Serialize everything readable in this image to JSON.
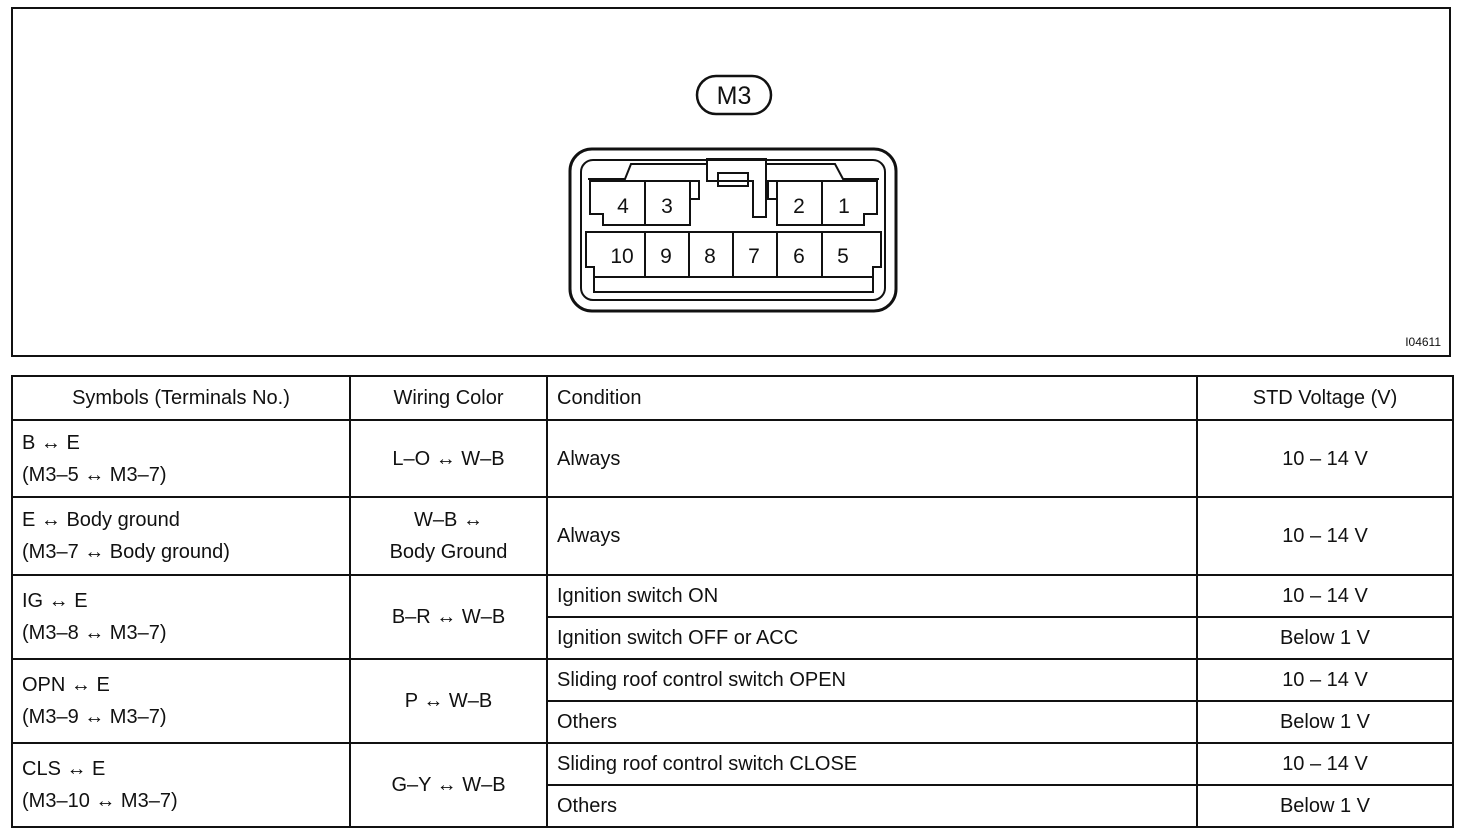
{
  "connector": {
    "label": "M3",
    "top_row": [
      "4",
      "3",
      "2",
      "1"
    ],
    "bottom_row": [
      "10",
      "9",
      "8",
      "7",
      "6",
      "5"
    ],
    "figure_id": "I04611"
  },
  "table": {
    "headers": [
      "Symbols (Terminals No.)",
      "Wiring Color",
      "Condition",
      "STD Voltage (V)"
    ],
    "groups": [
      {
        "symbol": "B ↔ E",
        "terminals": "(M3–5 ↔ M3–7)",
        "wiring": [
          "L–O ↔ W–B"
        ],
        "rows": [
          {
            "condition": "Always",
            "voltage": "10 – 14 V"
          }
        ]
      },
      {
        "symbol": "E ↔ Body ground",
        "terminals": "(M3–7 ↔ Body ground)",
        "wiring": [
          "W–B ↔",
          "Body Ground"
        ],
        "rows": [
          {
            "condition": "Always",
            "voltage": "10 – 14 V"
          }
        ]
      },
      {
        "symbol": "IG ↔ E",
        "terminals": "(M3–8 ↔ M3–7)",
        "wiring": [
          "B–R ↔ W–B"
        ],
        "rows": [
          {
            "condition": "Ignition switch ON",
            "voltage": "10 – 14 V"
          },
          {
            "condition": "Ignition switch OFF or ACC",
            "voltage": "Below 1 V"
          }
        ]
      },
      {
        "symbol": "OPN ↔ E",
        "terminals": "(M3–9 ↔ M3–7)",
        "wiring": [
          "P ↔ W–B"
        ],
        "rows": [
          {
            "condition": "Sliding roof control switch OPEN",
            "voltage": "10 – 14 V"
          },
          {
            "condition": "Others",
            "voltage": "Below 1 V"
          }
        ]
      },
      {
        "symbol": "CLS ↔ E",
        "terminals": "(M3–10 ↔ M3–7)",
        "wiring": [
          "G–Y ↔ W–B"
        ],
        "rows": [
          {
            "condition": "Sliding roof control switch CLOSE",
            "voltage": "10 – 14 V"
          },
          {
            "condition": "Others",
            "voltage": "Below 1 V"
          }
        ]
      }
    ]
  }
}
